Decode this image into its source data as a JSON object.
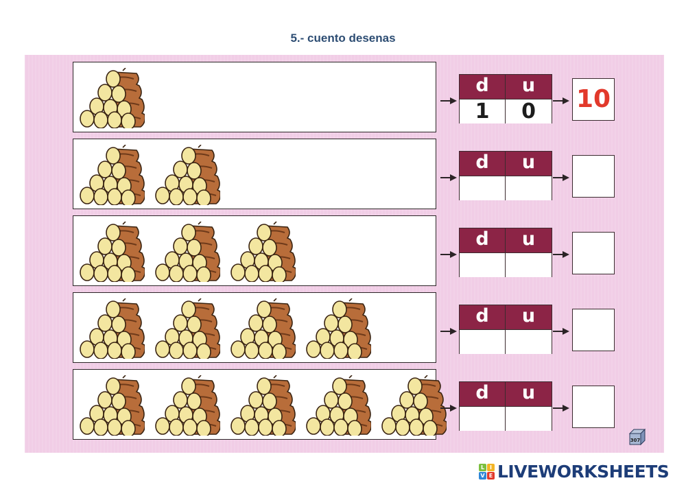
{
  "title": "5.- cuento desenas",
  "exercise": {
    "header_labels": {
      "tens": "d",
      "units": "u"
    },
    "rows": [
      {
        "bundles": 1,
        "tens_value": "1",
        "units_value": "0",
        "answer": "10"
      },
      {
        "bundles": 2,
        "tens_value": "",
        "units_value": "",
        "answer": ""
      },
      {
        "bundles": 3,
        "tens_value": "",
        "units_value": "",
        "answer": ""
      },
      {
        "bundles": 4,
        "tens_value": "",
        "units_value": "",
        "answer": ""
      },
      {
        "bundles": 5,
        "tens_value": "",
        "units_value": "",
        "answer": ""
      }
    ]
  },
  "page_badge": "307",
  "footer": {
    "brand": "LIVEWORKSHEETS",
    "logo_letters": [
      "L",
      "I",
      "V",
      "E"
    ]
  },
  "colors": {
    "background_pink": "#f1cde6",
    "header_maroon": "#8c2446",
    "answer_red": "#e2392b",
    "title_blue": "#2d4d73",
    "brand_blue": "#1d3d78"
  }
}
